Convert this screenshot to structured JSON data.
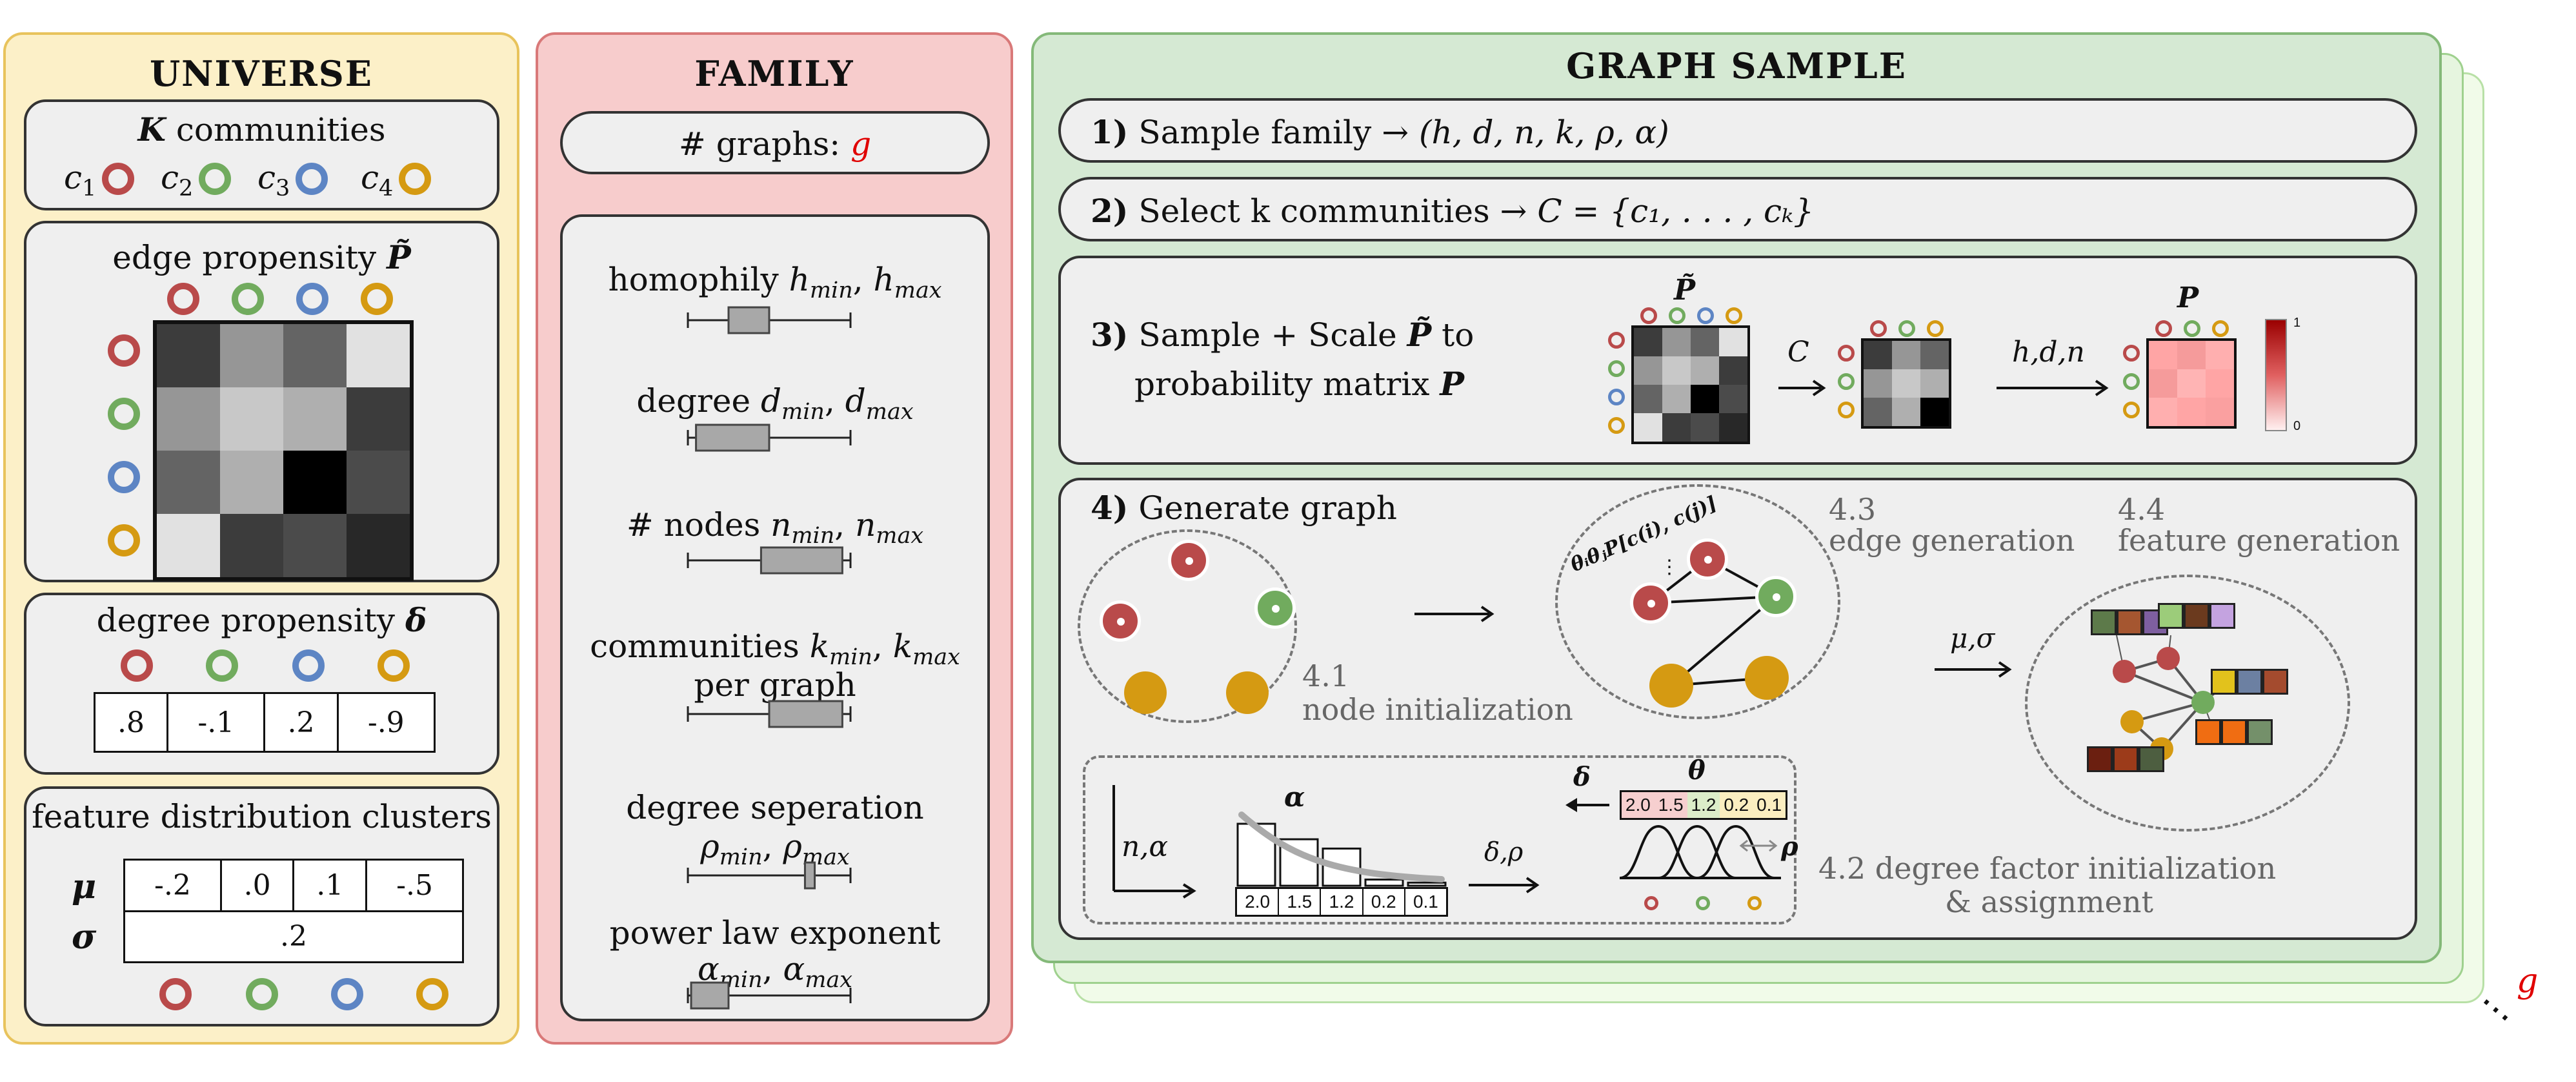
{
  "colors": {
    "c1": "#b94a4a",
    "c2": "#71ab5e",
    "c3": "#5d85c4",
    "c4": "#d59a12",
    "universe_bg": "#fcf0c8",
    "universe_border": "#e8c35c",
    "family_bg": "#f7cccc",
    "family_border": "#d97979",
    "sample_bg": "#d5e9d3",
    "sample_border": "#84b979",
    "highlight_red": "#e00000"
  },
  "universe": {
    "title": "UNIVERSE",
    "communities": {
      "label_k": "K",
      "label": "communities",
      "items": [
        "c",
        "c",
        "c",
        "c"
      ],
      "subs": [
        "1",
        "2",
        "3",
        "4"
      ]
    },
    "edge_propensity": {
      "label": "edge propensity",
      "symbol": "P̃",
      "matrix_gray": [
        [
          60,
          150,
          100,
          225
        ],
        [
          150,
          200,
          175,
          60
        ],
        [
          100,
          175,
          0,
          75
        ],
        [
          225,
          60,
          75,
          40
        ]
      ]
    },
    "degree_propensity": {
      "label": "degree propensity",
      "symbol": "δ",
      "values": [
        ".8",
        "-.1",
        ".2",
        "-.9"
      ]
    },
    "feature_clusters": {
      "label": "feature distribution clusters",
      "mu_label": "μ",
      "sigma_label": "σ",
      "mu": [
        "-.2",
        ".0",
        ".1",
        "-.5"
      ],
      "sigma": ".2"
    }
  },
  "family": {
    "title": "FAMILY",
    "graphs": {
      "label": "# graphs:",
      "symbol": "g"
    },
    "params": [
      {
        "label": "homophily h",
        "range": [
          0.25,
          0.5
        ]
      },
      {
        "label": "degree d",
        "range": [
          0.05,
          0.5
        ]
      },
      {
        "label": "# nodes n",
        "range": [
          0.45,
          0.95
        ]
      },
      {
        "label": "communities k",
        "range": [
          0.5,
          0.95
        ]
      },
      {
        "label": "degree seperation",
        "range": [
          0.72,
          0.78
        ]
      },
      {
        "label": "power law exponent",
        "range": [
          0.02,
          0.25
        ]
      }
    ],
    "homophily": {
      "text": "homophily",
      "math": "h",
      "min": "min",
      "max": "max"
    },
    "degree": {
      "text": "degree",
      "math": "d"
    },
    "nodes": {
      "text": "# nodes",
      "math": "n"
    },
    "communities": {
      "text": "communities",
      "math": "k",
      "line2": "per graph"
    },
    "separation": {
      "text": "degree seperation",
      "math": "ρ"
    },
    "power_law": {
      "text": "power law exponent",
      "math": "α"
    }
  },
  "graph_sample": {
    "title": "GRAPH SAMPLE",
    "step1": {
      "num": "1)",
      "text": "Sample family",
      "tuple": "→ (h, d, n, k, ρ, α)"
    },
    "step2": {
      "num": "2)",
      "text": "Select k communities",
      "set": "→ C = {c₁, . . . , cₖ}"
    },
    "step3": {
      "num": "3)",
      "line1": "Sample + Scale",
      "line1b": "to",
      "line2": "probability matrix",
      "sym_tilde": "P̃",
      "sym_p": "P",
      "arrow1_label": "C",
      "arrow2_label": "h,d,n",
      "colorbar_max": "1",
      "colorbar_min": "0",
      "mat1": [
        [
          60,
          150,
          100,
          225
        ],
        [
          150,
          200,
          175,
          60
        ],
        [
          100,
          175,
          0,
          75
        ],
        [
          225,
          60,
          75,
          40
        ]
      ],
      "mat2": [
        [
          60,
          150,
          100
        ],
        [
          150,
          200,
          175
        ],
        [
          100,
          175,
          0
        ]
      ],
      "mat3": [
        [
          225,
          215,
          235
        ],
        [
          215,
          240,
          225
        ],
        [
          235,
          225,
          220
        ]
      ]
    },
    "step4": {
      "num": "4)",
      "text": "Generate graph",
      "n41": "4.1",
      "n41_label": "node initialization",
      "n42": "4.2 degree factor initialization",
      "n42b": "& assignment",
      "n43": "4.3",
      "n43_label": "edge generation",
      "n44": "4.4",
      "n44_label": "feature generation",
      "edge_formula": "θᵢθⱼP[c(i), c(j)]",
      "mu_sigma": "μ,σ",
      "n_alpha": "n,α",
      "alpha": "α",
      "delta_rho": "δ,ρ",
      "delta": "δ",
      "theta": "θ",
      "rho": "ρ",
      "alpha_values": [
        "2.0",
        "1.5",
        "1.2",
        "0.2",
        "0.1"
      ],
      "theta_values": [
        "2.0",
        "1.5",
        "1.2",
        "0.2",
        "0.1"
      ]
    },
    "stack_label": "g"
  }
}
